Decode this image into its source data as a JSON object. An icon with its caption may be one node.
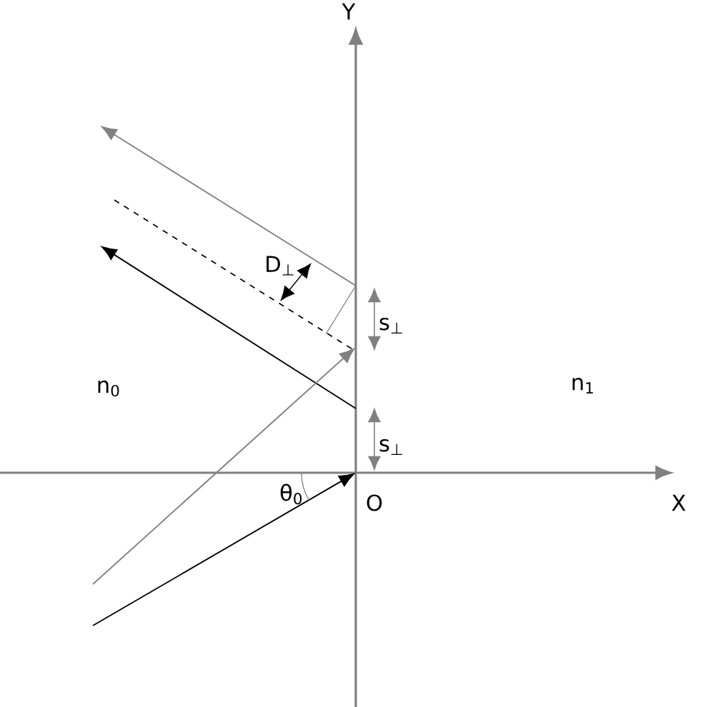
{
  "diagram": {
    "labels": [
      "Y",
      "D$_{⊥}$",
      "s$_{⊥}$",
      "n$_{0}$",
      "n$_{1}$",
      "s$_{⊥}$",
      "θ$_{0}$",
      "O",
      "X"
    ]
  }
}
